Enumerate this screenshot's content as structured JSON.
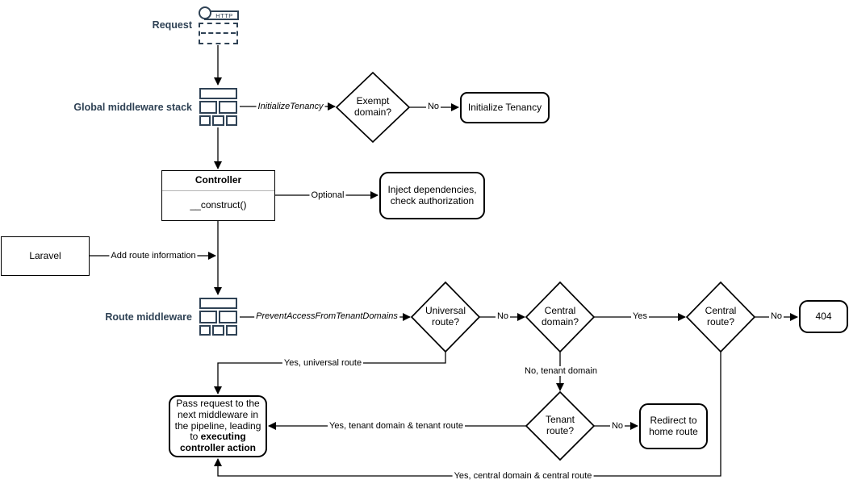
{
  "colors": {
    "accent": "#2F4255",
    "shape_stroke": "#000000",
    "uml_divider": "#b3b3b3",
    "background": "#ffffff"
  },
  "stage_labels": {
    "request": "Request",
    "global_middleware_stack": "Global middleware stack",
    "route_middleware": "Route middleware"
  },
  "request_icon": {
    "protocol": "HTTP"
  },
  "nodes": {
    "exempt_domain": "Exempt domain?",
    "initialize_tenancy": "Initialize Tenancy",
    "controller_title": "Controller",
    "controller_member": "__construct()",
    "inject_dependencies": "Inject dependencies, check authorization",
    "laravel": "Laravel",
    "universal_route": "Universal route?",
    "central_domain": "Central domain?",
    "central_route": "Central route?",
    "not_found": "404",
    "tenant_route": "Tenant route?",
    "redirect_home": "Redirect to home route",
    "pass_request_text": "Pass request to the next middleware in the pipeline, leading to ",
    "pass_request_bold": "executing controller action"
  },
  "edge_labels": {
    "initialize_tenancy_middleware": "InitializeTenancy",
    "exempt_no": "No",
    "optional": "Optional",
    "add_route_information": "Add route information",
    "prevent_access_middleware": "PreventAccessFromTenantDomains",
    "universal_no": "No",
    "central_domain_yes": "Yes",
    "central_route_no": "No",
    "universal_yes": "Yes, universal route",
    "tenant_domain_no": "No, tenant domain",
    "tenant_route_no": "No",
    "tenant_yes": "Yes, tenant domain & tenant route",
    "central_yes": "Yes, central domain & central route"
  }
}
